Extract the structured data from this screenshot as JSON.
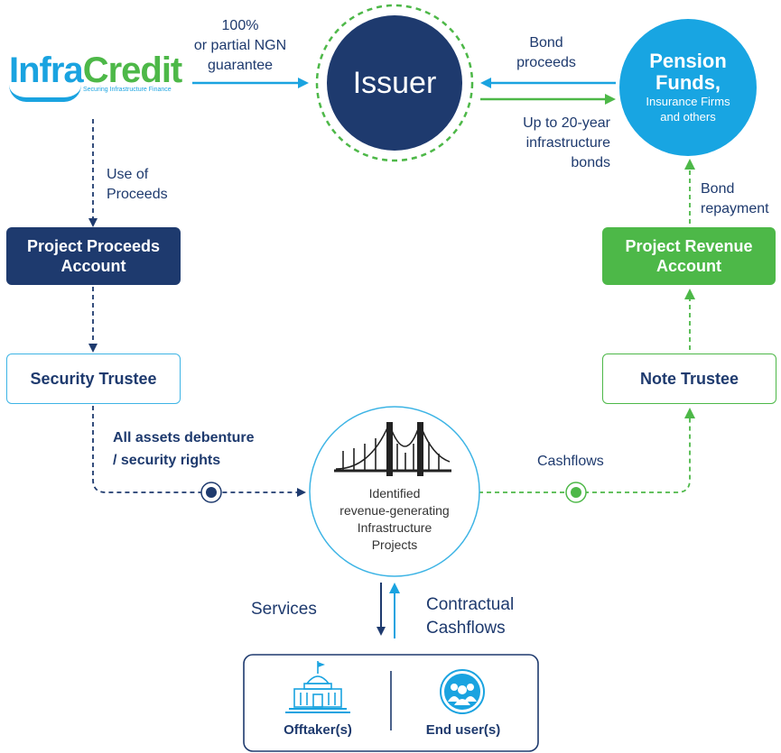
{
  "logo": {
    "brand_infra": "Infra",
    "brand_credit": "Credit",
    "tagline": "Securing Infrastructure Finance"
  },
  "nodes": {
    "issuer": "Issuer",
    "pension_title_line1": "Pension",
    "pension_title_line2": "Funds,",
    "pension_sub_line1": "Insurance Firms",
    "pension_sub_line2": "and others",
    "project_proceeds_line1": "Project Proceeds",
    "project_proceeds_line2": "Account",
    "security_trustee": "Security Trustee",
    "project_revenue_line1": "Project Revenue",
    "project_revenue_line2": "Account",
    "note_trustee": "Note Trustee",
    "projects_line1": "Identified",
    "projects_line2": "revenue-generating",
    "projects_line3": "Infrastructure",
    "projects_line4": "Projects",
    "offtaker": "Offtaker(s)",
    "end_user": "End user(s)"
  },
  "edge_labels": {
    "guarantee_line1": "100%",
    "guarantee_line2": "or partial NGN",
    "guarantee_line3": "guarantee",
    "bond_proceeds_line1": "Bond",
    "bond_proceeds_line2": "proceeds",
    "bonds_line1": "Up to 20-year",
    "bonds_line2": "infrastructure",
    "bonds_line3": "bonds",
    "use_of_proceeds_line1": "Use of",
    "use_of_proceeds_line2": "Proceeds",
    "bond_repayment_line1": "Bond",
    "bond_repayment_line2": "repayment",
    "debenture_line1": "All assets debenture",
    "debenture_line2": "/ security rights",
    "cashflows": "Cashflows",
    "services": "Services",
    "contractual_line1": "Contractual",
    "contractual_line2": "Cashflows"
  },
  "colors": {
    "navy": "#1e3a6e",
    "blue": "#1aa3e0",
    "green": "#4db848",
    "light_blue_border": "#3db4e5"
  }
}
